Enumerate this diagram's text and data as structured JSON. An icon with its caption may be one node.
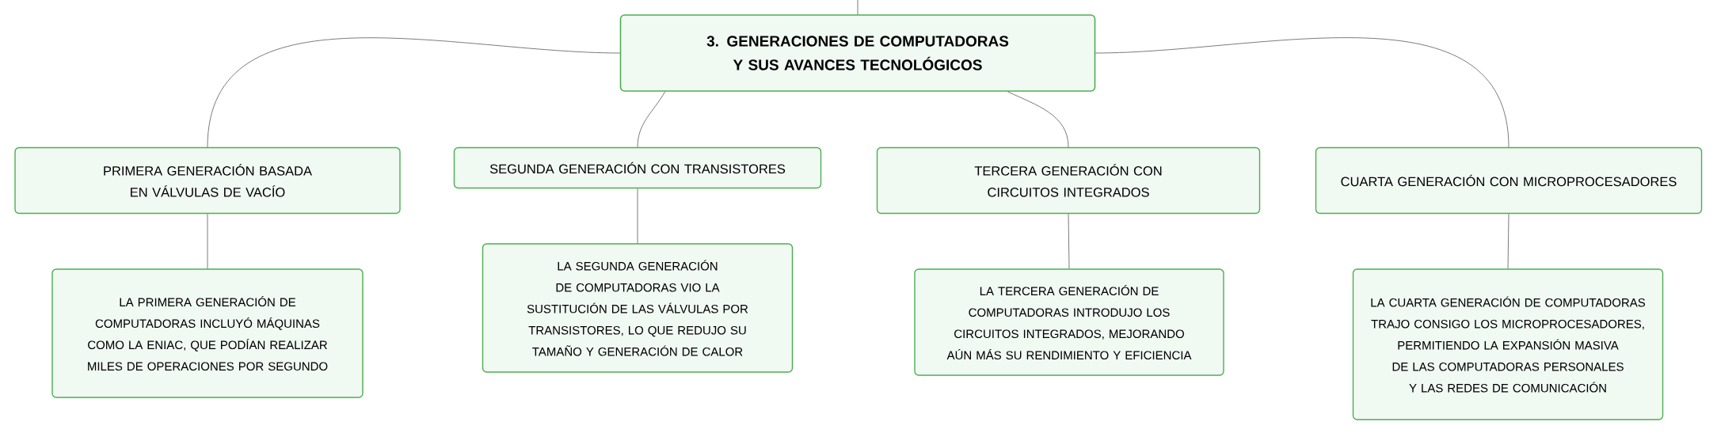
{
  "diagram": {
    "nodes": [
      {
        "text": [
          "3. GENERACIONES DE COMPUTADORAS Y SUS AVANCES TECNOLÓGICOS"
        ]
      },
      {
        "text": [
          "PRIMERA GENERACIÓN BASADA EN VÁLVULAS DE VACÍO"
        ]
      },
      {
        "text": [
          "SEGUNDA GENERACIÓN CON TRANSISTORES"
        ]
      },
      {
        "text": [
          "TERCERA GENERACIÓN CON CIRCUITOS INTEGRADOS"
        ]
      },
      {
        "text": [
          "CUARTA GENERACIÓN CON MICROPROCESADORES"
        ]
      },
      {
        "text": [
          "LA PRIMERA GENERACIÓN DE COMPUTADORAS INCLUYÓ MÁQUINAS COMO LA ENIAC, QUE PODÍAN REALIZAR MILES DE OPERACIONES POR SEGUNDO"
        ]
      },
      {
        "text": [
          "LA SEGUNDA GENERACIÓN DE COMPUTADORAS VIO LA SUSTITUCIÓN DE LAS VÁLVULAS POR TRANSISTORES, LO QUE REDUJO SU TAMAÑO Y GENERACIÓN DE CALOR"
        ]
      },
      {
        "text": [
          "LA TERCERA GENERACIÓN DE COMPUTADORAS INTRODUJO LOS CIRCUITOS INTEGRADOS, MEJORANDO AÚN MÁS SU RENDIMIENTO Y EFICIENCIA"
        ]
      },
      {
        "text": [
          "LA CUARTA GENERACIÓN DE COMPUTADORAS TRAJO CONSIGO LOS MICROPROCESADORES, PERMITIENDO LA EXPANSIÓN MASIVA DE LAS COMPUTADORAS PERSONALES Y LAS REDES DE COMUNICACIÓN"
        ]
      }
    ],
    "edges": [
      {
        "from": null,
        "to": 0,
        "arrow": "none"
      },
      {
        "from": 0,
        "to": 1,
        "arrow": "none"
      },
      {
        "from": 0,
        "to": 2,
        "arrow": "none"
      },
      {
        "from": 0,
        "to": 3,
        "arrow": "none"
      },
      {
        "from": 0,
        "to": 4,
        "arrow": "none"
      },
      {
        "from": 1,
        "to": 5,
        "arrow": "none"
      },
      {
        "from": 2,
        "to": 6,
        "arrow": "none"
      },
      {
        "from": 3,
        "to": 7,
        "arrow": "none"
      },
      {
        "from": 4,
        "to": 8,
        "arrow": "none"
      }
    ]
  }
}
